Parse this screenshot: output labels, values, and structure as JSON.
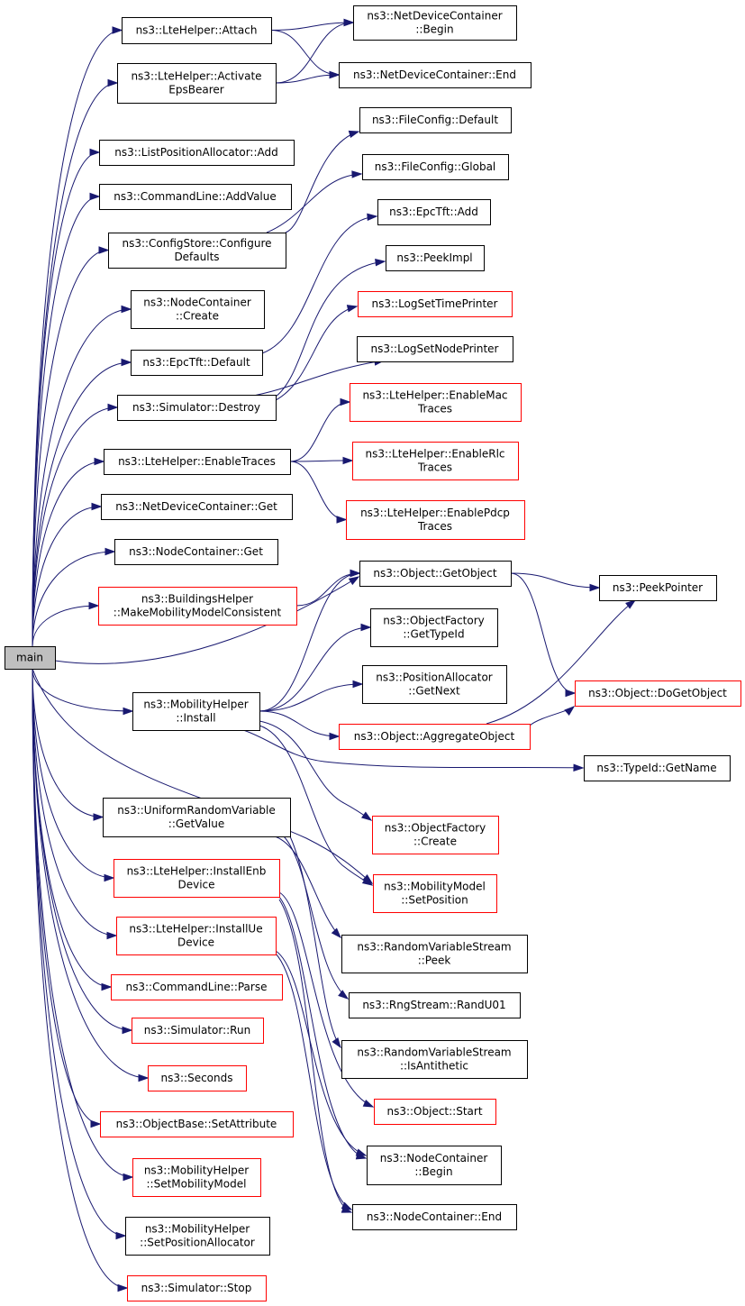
{
  "colors": {
    "edge": "#191970",
    "border_normal": "#000000",
    "border_truncated": "#ff0000",
    "root_fill": "#bfbfbf"
  },
  "nodes": [
    {
      "id": "main",
      "lines": [
        "main"
      ],
      "style": "root"
    },
    {
      "id": "n01",
      "lines": [
        "ns3::LteHelper::Attach"
      ],
      "style": "normal"
    },
    {
      "id": "n02",
      "lines": [
        "ns3::LteHelper::Activate",
        "EpsBearer"
      ],
      "style": "normal"
    },
    {
      "id": "n03",
      "lines": [
        "ns3::ListPositionAllocator::Add"
      ],
      "style": "normal"
    },
    {
      "id": "n04",
      "lines": [
        "ns3::CommandLine::AddValue"
      ],
      "style": "normal"
    },
    {
      "id": "n05",
      "lines": [
        "ns3::ConfigStore::Configure",
        "Defaults"
      ],
      "style": "normal"
    },
    {
      "id": "n06",
      "lines": [
        "ns3::NodeContainer",
        "::Create"
      ],
      "style": "normal"
    },
    {
      "id": "n07",
      "lines": [
        "ns3::EpcTft::Default"
      ],
      "style": "normal"
    },
    {
      "id": "n08",
      "lines": [
        "ns3::Simulator::Destroy"
      ],
      "style": "normal"
    },
    {
      "id": "n09",
      "lines": [
        "ns3::LteHelper::EnableTraces"
      ],
      "style": "normal"
    },
    {
      "id": "n10",
      "lines": [
        "ns3::NetDeviceContainer::Get"
      ],
      "style": "normal"
    },
    {
      "id": "n11",
      "lines": [
        "ns3::NodeContainer::Get"
      ],
      "style": "normal"
    },
    {
      "id": "n12",
      "lines": [
        "ns3::BuildingsHelper",
        "::MakeMobilityModelConsistent"
      ],
      "style": "truncated"
    },
    {
      "id": "n13",
      "lines": [
        "ns3::MobilityHelper",
        "::Install"
      ],
      "style": "normal"
    },
    {
      "id": "n14",
      "lines": [
        "ns3::UniformRandomVariable",
        "::GetValue"
      ],
      "style": "normal"
    },
    {
      "id": "n15",
      "lines": [
        "ns3::LteHelper::InstallEnb",
        "Device"
      ],
      "style": "truncated"
    },
    {
      "id": "n16",
      "lines": [
        "ns3::LteHelper::InstallUe",
        "Device"
      ],
      "style": "truncated"
    },
    {
      "id": "n17",
      "lines": [
        "ns3::CommandLine::Parse"
      ],
      "style": "truncated"
    },
    {
      "id": "n18",
      "lines": [
        "ns3::Simulator::Run"
      ],
      "style": "truncated"
    },
    {
      "id": "n19",
      "lines": [
        "ns3::Seconds"
      ],
      "style": "truncated"
    },
    {
      "id": "n20",
      "lines": [
        "ns3::ObjectBase::SetAttribute"
      ],
      "style": "truncated"
    },
    {
      "id": "n21",
      "lines": [
        "ns3::MobilityHelper",
        "::SetMobilityModel"
      ],
      "style": "truncated"
    },
    {
      "id": "n22",
      "lines": [
        "ns3::MobilityHelper",
        "::SetPositionAllocator"
      ],
      "style": "normal"
    },
    {
      "id": "n23",
      "lines": [
        "ns3::Simulator::Stop"
      ],
      "style": "truncated"
    },
    {
      "id": "m01",
      "lines": [
        "ns3::NetDeviceContainer",
        "::Begin"
      ],
      "style": "normal"
    },
    {
      "id": "m02",
      "lines": [
        "ns3::NetDeviceContainer::End"
      ],
      "style": "normal"
    },
    {
      "id": "m03",
      "lines": [
        "ns3::FileConfig::Default"
      ],
      "style": "normal"
    },
    {
      "id": "m04",
      "lines": [
        "ns3::FileConfig::Global"
      ],
      "style": "normal"
    },
    {
      "id": "m05",
      "lines": [
        "ns3::EpcTft::Add"
      ],
      "style": "normal"
    },
    {
      "id": "m06",
      "lines": [
        "ns3::PeekImpl"
      ],
      "style": "normal"
    },
    {
      "id": "m07",
      "lines": [
        "ns3::LogSetTimePrinter"
      ],
      "style": "truncated"
    },
    {
      "id": "m08",
      "lines": [
        "ns3::LogSetNodePrinter"
      ],
      "style": "normal"
    },
    {
      "id": "m09",
      "lines": [
        "ns3::LteHelper::EnableMac",
        "Traces"
      ],
      "style": "truncated"
    },
    {
      "id": "m10",
      "lines": [
        "ns3::LteHelper::EnableRlc",
        "Traces"
      ],
      "style": "truncated"
    },
    {
      "id": "m11",
      "lines": [
        "ns3::LteHelper::EnablePdcp",
        "Traces"
      ],
      "style": "truncated"
    },
    {
      "id": "m12",
      "lines": [
        "ns3::Object::GetObject"
      ],
      "style": "normal"
    },
    {
      "id": "m13",
      "lines": [
        "ns3::ObjectFactory",
        "::GetTypeId"
      ],
      "style": "normal"
    },
    {
      "id": "m14",
      "lines": [
        "ns3::PositionAllocator",
        "::GetNext"
      ],
      "style": "normal"
    },
    {
      "id": "m15",
      "lines": [
        "ns3::Object::AggregateObject"
      ],
      "style": "truncated"
    },
    {
      "id": "m16",
      "lines": [
        "ns3::ObjectFactory",
        "::Create"
      ],
      "style": "truncated"
    },
    {
      "id": "m17",
      "lines": [
        "ns3::MobilityModel",
        "::SetPosition"
      ],
      "style": "truncated"
    },
    {
      "id": "m18",
      "lines": [
        "ns3::RandomVariableStream",
        "::Peek"
      ],
      "style": "normal"
    },
    {
      "id": "m19",
      "lines": [
        "ns3::RngStream::RandU01"
      ],
      "style": "normal"
    },
    {
      "id": "m20",
      "lines": [
        "ns3::RandomVariableStream",
        "::IsAntithetic"
      ],
      "style": "normal"
    },
    {
      "id": "m21",
      "lines": [
        "ns3::Object::Start"
      ],
      "style": "truncated"
    },
    {
      "id": "m22",
      "lines": [
        "ns3::NodeContainer",
        "::Begin"
      ],
      "style": "normal"
    },
    {
      "id": "m23",
      "lines": [
        "ns3::NodeContainer::End"
      ],
      "style": "normal"
    },
    {
      "id": "r01",
      "lines": [
        "ns3::PeekPointer"
      ],
      "style": "normal"
    },
    {
      "id": "r02",
      "lines": [
        "ns3::Object::DoGetObject"
      ],
      "style": "truncated"
    },
    {
      "id": "r03",
      "lines": [
        "ns3::TypeId::GetName"
      ],
      "style": "normal"
    }
  ],
  "edges": [
    [
      "main",
      "n01"
    ],
    [
      "main",
      "n02"
    ],
    [
      "main",
      "n03"
    ],
    [
      "main",
      "n04"
    ],
    [
      "main",
      "n05"
    ],
    [
      "main",
      "n06"
    ],
    [
      "main",
      "n07"
    ],
    [
      "main",
      "n08"
    ],
    [
      "main",
      "n09"
    ],
    [
      "main",
      "n10"
    ],
    [
      "main",
      "n11"
    ],
    [
      "main",
      "n12"
    ],
    [
      "main",
      "m12"
    ],
    [
      "main",
      "n13"
    ],
    [
      "main",
      "n14"
    ],
    [
      "main",
      "n15"
    ],
    [
      "main",
      "n16"
    ],
    [
      "main",
      "n17"
    ],
    [
      "main",
      "n18"
    ],
    [
      "main",
      "n19"
    ],
    [
      "main",
      "n20"
    ],
    [
      "main",
      "n21"
    ],
    [
      "main",
      "n22"
    ],
    [
      "main",
      "n23"
    ],
    [
      "main",
      "m17"
    ],
    [
      "n01",
      "m01"
    ],
    [
      "n01",
      "m02"
    ],
    [
      "n02",
      "m01"
    ],
    [
      "n02",
      "m02"
    ],
    [
      "n05",
      "m03"
    ],
    [
      "n05",
      "m04"
    ],
    [
      "n07",
      "m05"
    ],
    [
      "n08",
      "m06"
    ],
    [
      "n08",
      "m07"
    ],
    [
      "n08",
      "m08"
    ],
    [
      "n09",
      "m09"
    ],
    [
      "n09",
      "m10"
    ],
    [
      "n09",
      "m11"
    ],
    [
      "n12",
      "m12"
    ],
    [
      "n13",
      "m12"
    ],
    [
      "n13",
      "m13"
    ],
    [
      "n13",
      "m14"
    ],
    [
      "n13",
      "m15"
    ],
    [
      "n13",
      "r03"
    ],
    [
      "n13",
      "m16"
    ],
    [
      "n13",
      "m17"
    ],
    [
      "m12",
      "r01"
    ],
    [
      "m12",
      "r02"
    ],
    [
      "m15",
      "r01"
    ],
    [
      "m15",
      "r02"
    ],
    [
      "n14",
      "m18"
    ],
    [
      "n14",
      "m19"
    ],
    [
      "n14",
      "m20"
    ],
    [
      "n15",
      "m21"
    ],
    [
      "n15",
      "m22"
    ],
    [
      "n15",
      "m23"
    ],
    [
      "n16",
      "m22"
    ],
    [
      "n16",
      "m23"
    ]
  ]
}
